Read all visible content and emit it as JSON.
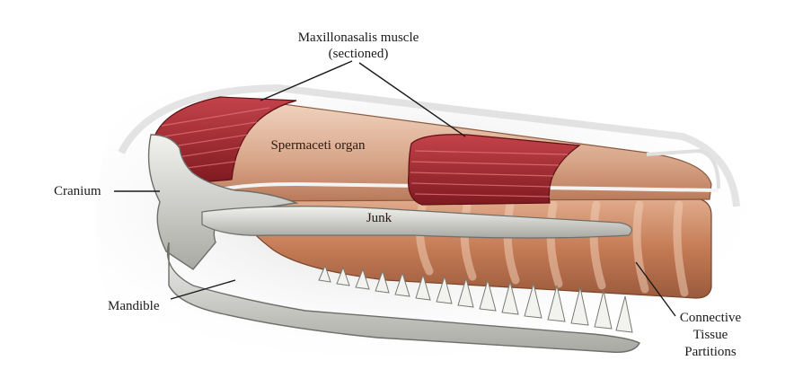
{
  "labels": {
    "muscle_line1": "Maxillonasalis muscle",
    "muscle_line2": "(sectioned)",
    "spermaceti": "Spermaceti organ",
    "junk": "Junk",
    "cranium": "Cranium",
    "mandible": "Mandible",
    "partitions_line1": "Connective",
    "partitions_line2": "Tissue",
    "partitions_line3": "Partitions"
  },
  "colors": {
    "muscle": "#a8262c",
    "spermaceti": "#d9a98a",
    "junk": "#c9805a",
    "bone": "#d8d8d4",
    "skin_shadow": "#cfcfcf"
  }
}
